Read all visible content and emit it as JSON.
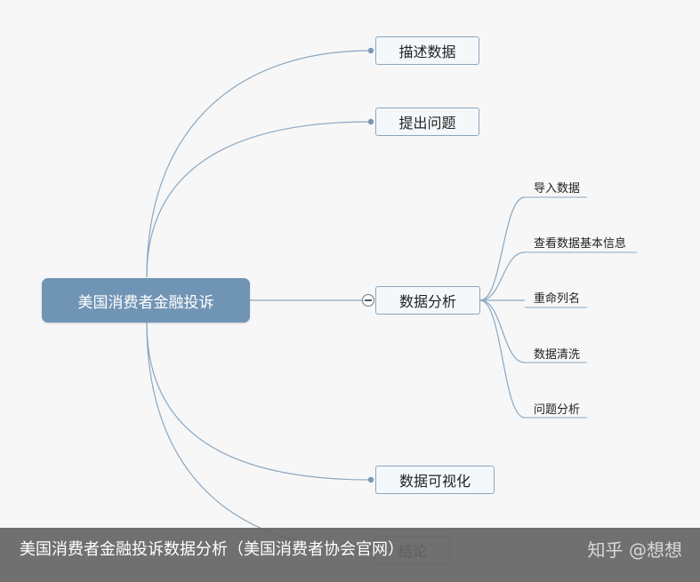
{
  "mindmap": {
    "root": "美国消费者金融投诉",
    "branches": [
      "描述数据",
      "提出问题",
      "数据分析",
      "数据可视化",
      "结论"
    ],
    "analysis_children": [
      "导入数据",
      "查看数据基本信息",
      "重命列名",
      "数据清洗",
      "问题分析"
    ]
  },
  "footer": {
    "caption": "美国消费者金融投诉数据分析（美国消费者协会官网）",
    "watermark": "知乎 @想想"
  },
  "colors": {
    "root_fill": "#7094b4",
    "connector": "#8aa7c0",
    "footer_bg": "#646464"
  },
  "icons": {
    "collapse": "minus-circle-icon"
  }
}
